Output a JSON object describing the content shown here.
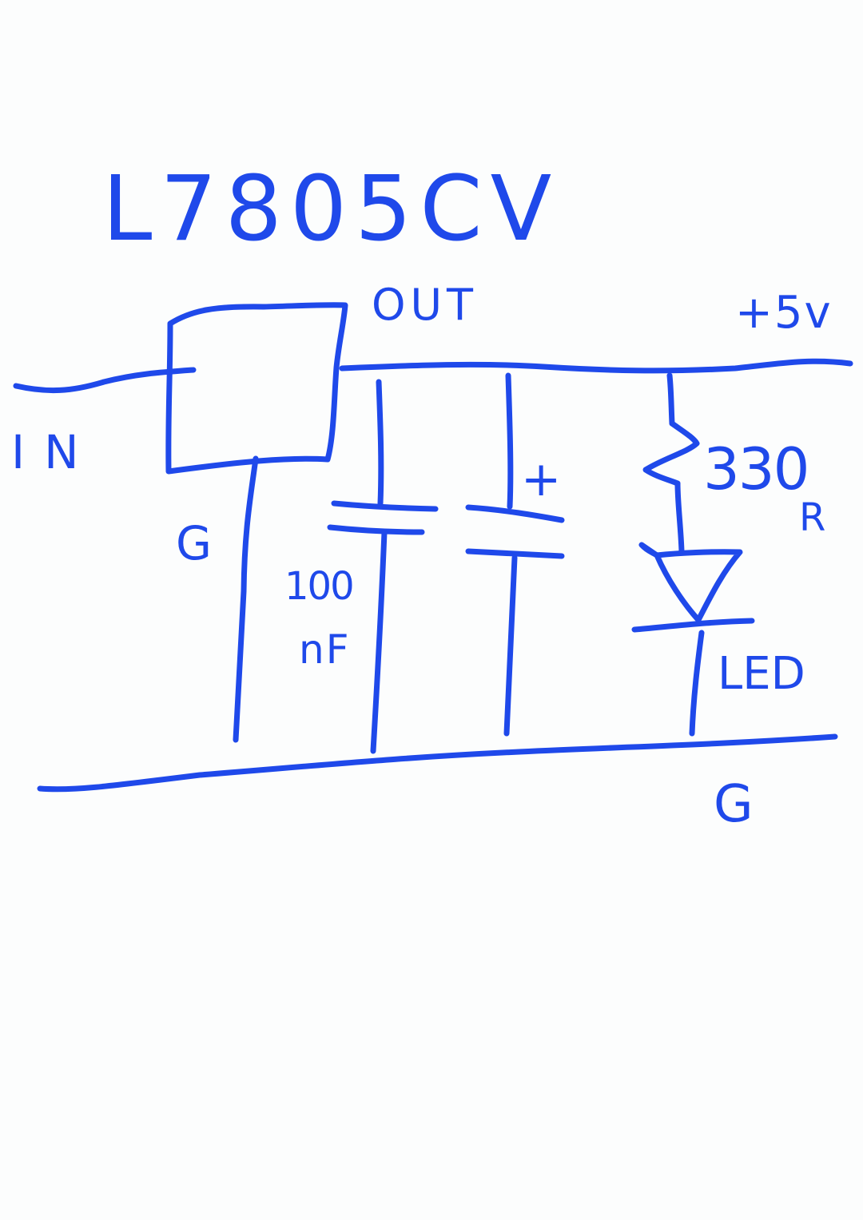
{
  "ink_color": "#1f49ea",
  "background_color": "#fcfdfd",
  "title": "L7805CV",
  "labels": {
    "regulator_out": "OUT",
    "supply_rail": "+5v",
    "input": "IN",
    "regulator_ground": "G",
    "cap_value_number": "100",
    "cap_value_unit": "nF",
    "cap_polarity": "+",
    "resistor_value": "330",
    "resistor_unit": "R",
    "led": "LED",
    "ground_rail": "G"
  }
}
